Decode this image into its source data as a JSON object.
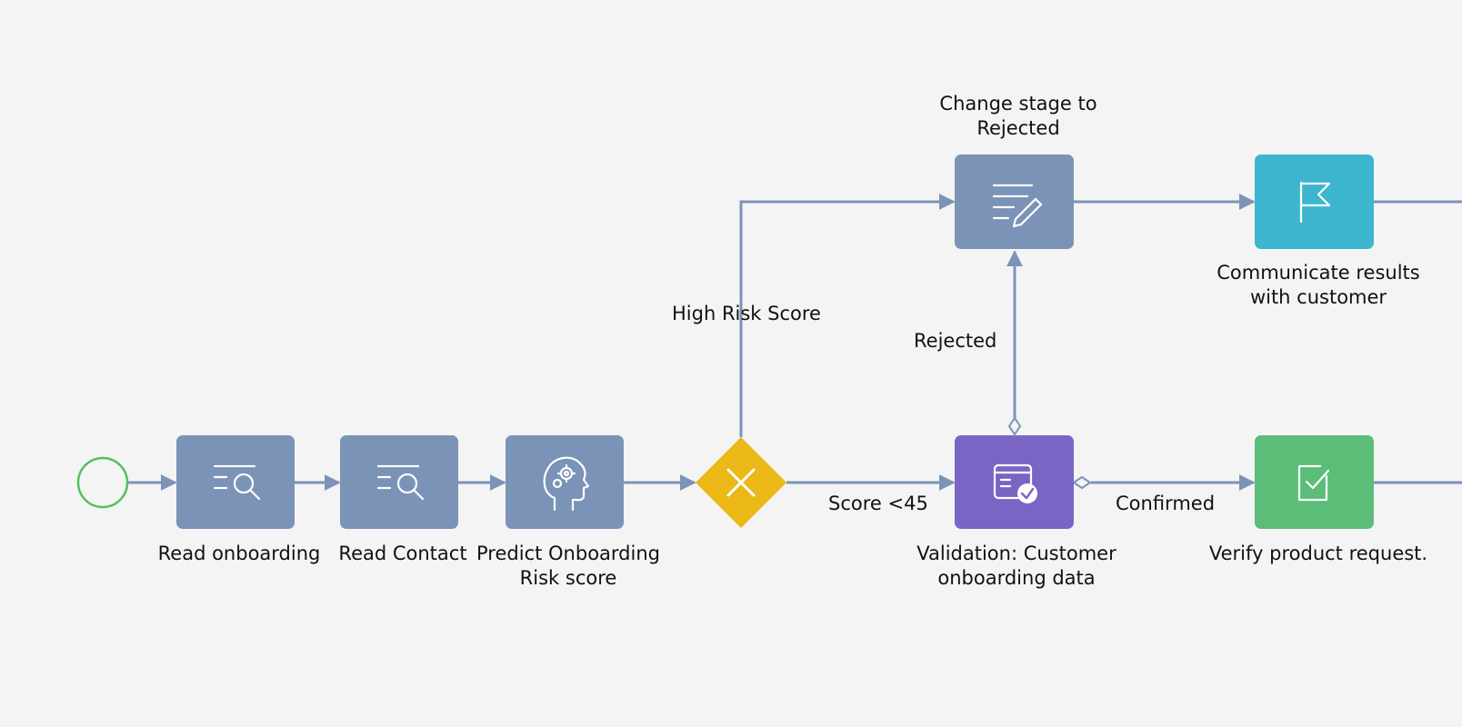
{
  "colors": {
    "canvas_bg": "#f4f4f4",
    "task_blue": "#7b93b6",
    "task_purple": "#7a65c4",
    "task_teal": "#3eb5cf",
    "task_green": "#5bbd78",
    "gateway_yellow": "#ebb818",
    "start_event": "#55c15e",
    "connector": "#7b93b6"
  },
  "nodes": {
    "start": {
      "icon": "start-event-circle"
    },
    "read_onboarding": {
      "icon": "read-data-icon",
      "label": "Read onboarding"
    },
    "read_contact": {
      "icon": "read-data-icon",
      "label": "Read Contact"
    },
    "predict": {
      "icon": "ai-brain-icon",
      "label_line1": "Predict Onboarding",
      "label_line2": "Risk score"
    },
    "gateway": {
      "icon": "exclusive-gateway-x-icon"
    },
    "change_stage": {
      "icon": "edit-data-icon",
      "label_line1": "Change stage to",
      "label_line2": "Rejected"
    },
    "communicate": {
      "icon": "flag-icon",
      "label_line1": "Communicate results",
      "label_line2": "with customer"
    },
    "validation": {
      "icon": "approval-icon",
      "label_line1": "Validation: Customer",
      "label_line2": "onboarding data"
    },
    "verify": {
      "icon": "checkbox-task-icon",
      "label": "Verify product request."
    }
  },
  "flows": {
    "high_risk": "High Risk Score",
    "score_lt_45": "Score <45",
    "rejected": "Rejected",
    "confirmed": "Confirmed"
  }
}
